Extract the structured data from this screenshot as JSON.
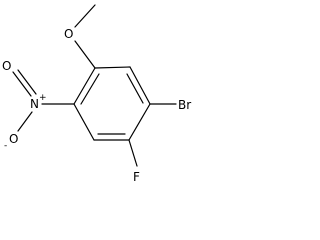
{
  "molecule": {
    "atoms": {
      "methoxy_o": "O",
      "nitro_n": "N",
      "nitro_n_charge": "+",
      "nitro_o_top": "O",
      "nitro_o_bottom": "O",
      "nitro_o_bottom_charge": "-",
      "bromine": "Br",
      "fluorine": "F"
    },
    "colors": {
      "ink": "#000000",
      "background": "#ffffff"
    }
  }
}
